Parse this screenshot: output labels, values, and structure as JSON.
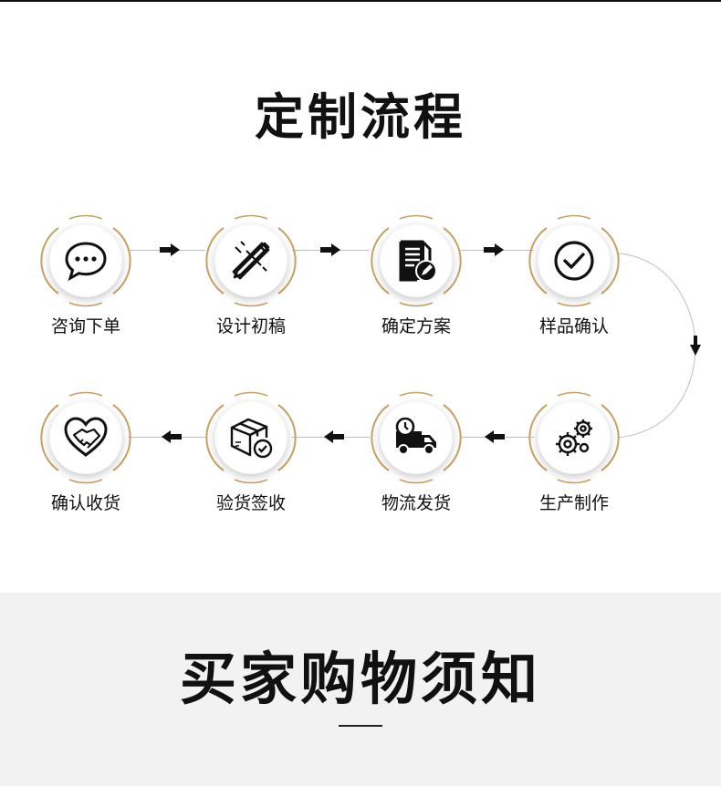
{
  "page": {
    "flow_title": "定制流程",
    "notice_title": "买家购物须知"
  },
  "steps": [
    {
      "label": "咨询下单",
      "icon": "chat-bubble-icon"
    },
    {
      "label": "设计初稿",
      "icon": "pencil-ruler-icon"
    },
    {
      "label": "确定方案",
      "icon": "document-edit-icon"
    },
    {
      "label": "样品确认",
      "icon": "checkmark-circle-icon"
    },
    {
      "label": "生产制作",
      "icon": "gears-icon"
    },
    {
      "label": "物流发货",
      "icon": "delivery-truck-icon"
    },
    {
      "label": "验货签收",
      "icon": "package-check-icon"
    },
    {
      "label": "确认收货",
      "icon": "handshake-heart-icon"
    }
  ],
  "colors": {
    "accent_gold": "#c9a064",
    "text": "#111111",
    "connector": "#bdbdbd",
    "notice_bg": "#f2f2f2"
  }
}
